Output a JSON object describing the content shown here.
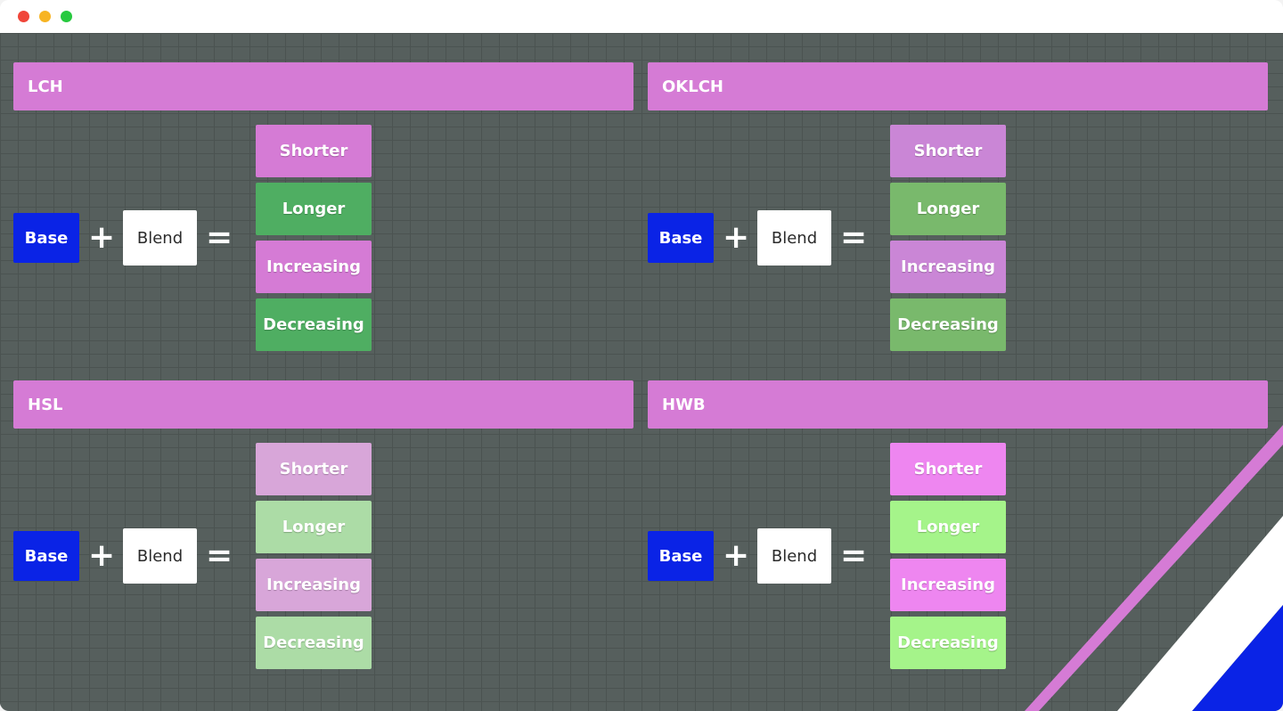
{
  "window": {
    "controls": [
      "close",
      "minimize",
      "maximize"
    ]
  },
  "colors": {
    "header": "#d57bd5",
    "base": "#0a23e6",
    "blend": "#ffffff",
    "background": "#565f5d"
  },
  "operators": {
    "plus": "+",
    "equals": "="
  },
  "panels": [
    {
      "title": "LCH",
      "base_label": "Base",
      "blend_label": "Blend",
      "results": [
        {
          "label": "Shorter",
          "color": "#d57bd5"
        },
        {
          "label": "Longer",
          "color": "#4fae62"
        },
        {
          "label": "Increasing",
          "color": "#d57bd5"
        },
        {
          "label": "Decreasing",
          "color": "#4fae62"
        }
      ]
    },
    {
      "title": "OKLCH",
      "base_label": "Base",
      "blend_label": "Blend",
      "results": [
        {
          "label": "Shorter",
          "color": "#ca86d6"
        },
        {
          "label": "Longer",
          "color": "#79b96c"
        },
        {
          "label": "Increasing",
          "color": "#ca86d6"
        },
        {
          "label": "Decreasing",
          "color": "#79b96c"
        }
      ]
    },
    {
      "title": "HSL",
      "base_label": "Base",
      "blend_label": "Blend",
      "results": [
        {
          "label": "Shorter",
          "color": "#d8a6d9"
        },
        {
          "label": "Longer",
          "color": "#acdca6"
        },
        {
          "label": "Increasing",
          "color": "#d8a6d9"
        },
        {
          "label": "Decreasing",
          "color": "#acdca6"
        }
      ]
    },
    {
      "title": "HWB",
      "base_label": "Base",
      "blend_label": "Blend",
      "results": [
        {
          "label": "Shorter",
          "color": "#ee86f0"
        },
        {
          "label": "Longer",
          "color": "#a5f48a"
        },
        {
          "label": "Increasing",
          "color": "#ee86f0"
        },
        {
          "label": "Decreasing",
          "color": "#a5f48a"
        }
      ]
    }
  ]
}
